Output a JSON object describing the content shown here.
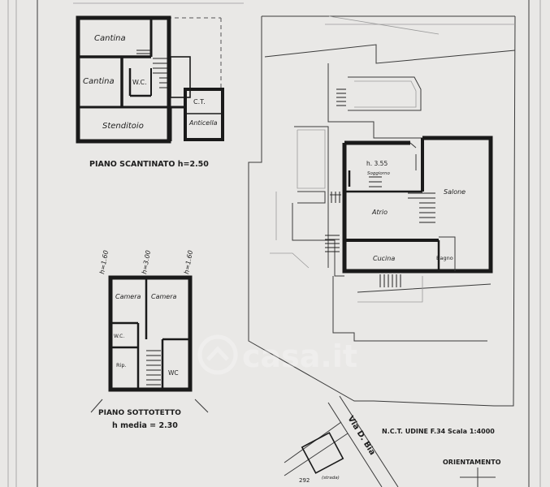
{
  "basement": {
    "rooms": {
      "cantina_top": "Cantina",
      "cantina_left": "Cantina",
      "wc": "W.C.",
      "ct": "C.T.",
      "anticella": "Anticella",
      "stenditoio": "Stenditoio"
    },
    "caption": "PIANO SCANTINATO   h=2.50"
  },
  "attic": {
    "heights": {
      "left": "h=1.60",
      "middle": "h=3.00",
      "right": "h=1.60"
    },
    "rooms": {
      "camera_left": "Camera",
      "camera_right": "Camera",
      "wc_small": "W.C.",
      "rip": "Rip.",
      "wc_right": "WC"
    },
    "caption": "PIANO SOTTOTETTO",
    "caption_height": "h media = 2.30"
  },
  "ground": {
    "rooms": {
      "height": "h. 3.55",
      "soggiorno": "Soggiorno",
      "salone": "Salone",
      "atrio": "Atrio",
      "cucina": "Cucina",
      "bagno": "Bagno"
    }
  },
  "site": {
    "cadastre": "N.C.T. UDINE F.34 Scala 1:4000",
    "orientation": "ORIENTAMENTO",
    "street": "Via D. Bia",
    "parcel": "292",
    "parcel_note": "(strada)"
  },
  "watermark": "casa.it"
}
